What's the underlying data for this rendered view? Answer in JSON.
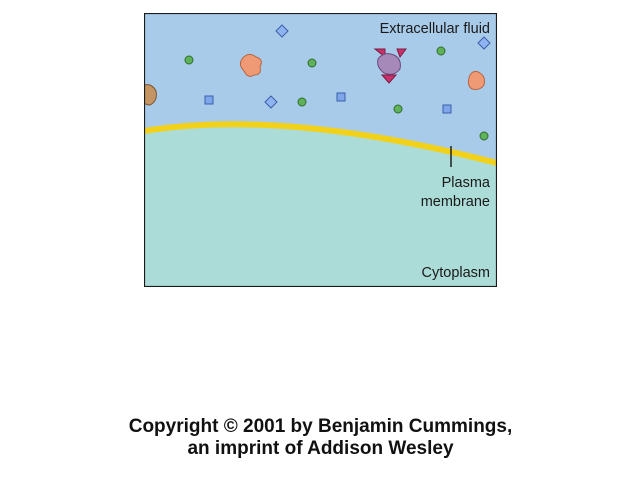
{
  "diagram": {
    "labels": {
      "extracellular": "Extracellular fluid",
      "plasma_line1": "Plasma",
      "plasma_line2": "membrane",
      "cytoplasm": "Cytoplasm"
    },
    "colors": {
      "extracellular_fluid": "#a9cbea",
      "cytoplasm": "#acdcd8",
      "membrane": "#f2d11a",
      "small_molecule": "#5fb15a",
      "square_molecule": "#7ea6ea",
      "diamond_molecule": "#8fb2f0",
      "protein_salmon": "#ef9a74",
      "protein_pink": "#c9316b",
      "protein_purple": "#a689b8",
      "protein_brown": "#c49462"
    }
  },
  "footer": {
    "line1": "Copyright © 2001 by Benjamin Cummings,",
    "line2": "an imprint of Addison Wesley"
  }
}
